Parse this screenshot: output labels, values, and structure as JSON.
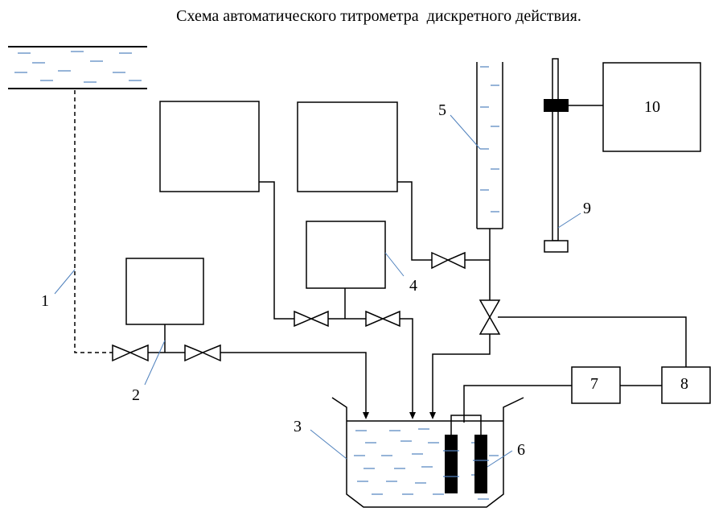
{
  "title": "Схема автоматического титрометра  дискретного действия.",
  "labels": {
    "l1": "1",
    "l2": "2",
    "l3": "3",
    "l4": "4",
    "l5": "5",
    "l6": "6",
    "l7": "7",
    "l8": "8",
    "l9": "9",
    "l10": "10"
  },
  "colors": {
    "line": "#000000",
    "liquid": "#4f81bd",
    "leader": "#4f81bd"
  }
}
